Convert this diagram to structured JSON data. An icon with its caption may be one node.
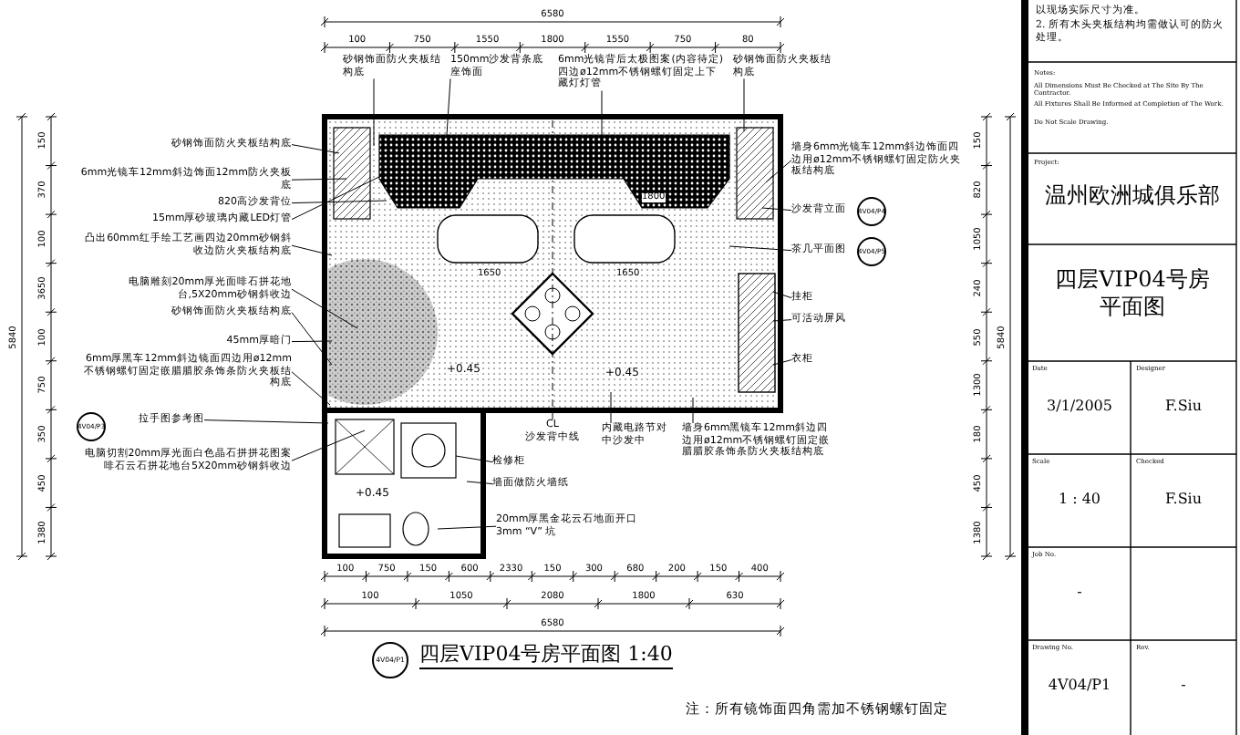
{
  "diagram": {
    "title": "四层VIP04号房平面图 1:40",
    "nodes": [
      {
        "text": [
          "砂钢饰面防火夹板结构底"
        ]
      },
      {
        "text": [
          "150mm沙发背条底座饰面"
        ]
      },
      {
        "text": [
          "6mm光镜背后太极图案(内容待定)四边ø12mm不锈钢螺钉固定上下藏灯灯管"
        ]
      },
      {
        "text": [
          "砂钢饰面防火夹板结构底"
        ]
      },
      {
        "text": [
          "砂钢饰面防火夹板结构底"
        ]
      },
      {
        "text": [
          "6mm光镜车12mm斜边饰面12mm防火夹板底"
        ]
      },
      {
        "text": [
          "820高沙发背位"
        ]
      },
      {
        "text": [
          "15mm厚砂玻璃内藏LED灯管"
        ]
      },
      {
        "text": [
          "凸出60mm红手绘工艺画四边20mm砂钢斜收边防火夹板结构底"
        ]
      },
      {
        "text": [
          "电脑雕刻20mm厚光面啡石拼花地台,5X20mm砂钢斜收边"
        ]
      },
      {
        "text": [
          "砂钢饰面防火夹板结构底"
        ]
      },
      {
        "text": [
          "45mm厚暗门"
        ]
      },
      {
        "text": [
          "6mm厚黑车12mm斜边镜面四边用ø12mm不锈钢螺钉固定嵌腊腊胶条饰条防火夹板结构底"
        ]
      },
      {
        "text": [
          "4V04/P3"
        ]
      },
      {
        "text": [
          "拉手图参考图"
        ]
      },
      {
        "text": [
          "电脑切割20mm厚光面白色晶石拼拼花图案啡石云石拼花地台5X20mm砂钢斜收边"
        ]
      },
      {
        "text": [
          "墙身6mm光镜车12mm斜边饰面四边用ø12mm不锈钢螺钉固定防火夹板结构底"
        ]
      },
      {
        "text": [
          "沙发背立面"
        ]
      },
      {
        "text": [
          "4V04/P4"
        ]
      },
      {
        "text": [
          "茶几平面图"
        ]
      },
      {
        "text": [
          "4V04/P5"
        ]
      },
      {
        "text": [
          "挂柜"
        ]
      },
      {
        "text": [
          "可活动屏风"
        ]
      },
      {
        "text": [
          "衣柜"
        ]
      },
      {
        "text": [
          "检修柜"
        ]
      },
      {
        "text": [
          "墙面做防火墙纸"
        ]
      },
      {
        "text": [
          "内藏电路节对中沙发中"
        ]
      },
      {
        "text": [
          "墙身6mm黑镜车12mm斜边四边用ø12mm不锈钢螺钉固定嵌腊腊胶条饰条防火夹板结构底"
        ]
      },
      {
        "text": [
          "CL",
          "沙发背中线"
        ]
      },
      {
        "text": [
          "20mm厚黑金花云石地面开口3mm “V” 坑"
        ]
      }
    ],
    "edges": [
      {
        "from": 0,
        "to": null,
        "arrow": "none"
      },
      {
        "from": 1,
        "to": null,
        "arrow": "none"
      },
      {
        "from": 2,
        "to": null,
        "arrow": "none"
      },
      {
        "from": 3,
        "to": null,
        "arrow": "none"
      },
      {
        "from": 4,
        "to": null,
        "arrow": "none"
      },
      {
        "from": 5,
        "to": null,
        "arrow": "none"
      },
      {
        "from": 6,
        "to": null,
        "arrow": "none"
      },
      {
        "from": 7,
        "to": null,
        "arrow": "none"
      },
      {
        "from": 8,
        "to": null,
        "arrow": "none"
      },
      {
        "from": 9,
        "to": null,
        "arrow": "none"
      },
      {
        "from": 10,
        "to": null,
        "arrow": "none"
      },
      {
        "from": 11,
        "to": null,
        "arrow": "none"
      },
      {
        "from": 12,
        "to": null,
        "arrow": "none"
      },
      {
        "from": 14,
        "to": null,
        "arrow": "none"
      },
      {
        "from": 15,
        "to": null,
        "arrow": "none"
      },
      {
        "from": 16,
        "to": null,
        "arrow": "none"
      },
      {
        "from": 17,
        "to": null,
        "arrow": "none"
      },
      {
        "from": 19,
        "to": null,
        "arrow": "none"
      },
      {
        "from": 21,
        "to": null,
        "arrow": "none"
      },
      {
        "from": 22,
        "to": null,
        "arrow": "none"
      },
      {
        "from": 23,
        "to": null,
        "arrow": "none"
      },
      {
        "from": 24,
        "to": null,
        "arrow": "none"
      },
      {
        "from": 25,
        "to": null,
        "arrow": "none"
      },
      {
        "from": 26,
        "to": null,
        "arrow": "none"
      },
      {
        "from": 27,
        "to": null,
        "arrow": "none"
      },
      {
        "from": 28,
        "to": null,
        "arrow": "none"
      },
      {
        "from": 29,
        "to": null,
        "arrow": "none"
      }
    ],
    "labels": [
      "6580",
      "100",
      "750",
      "1550",
      "1800",
      "1550",
      "750",
      "80",
      "1800",
      "1650",
      "1650",
      "+0.45",
      "+0.45",
      "+0.45",
      "5840",
      "150",
      "370",
      "100",
      "3650",
      "100",
      "750",
      "350",
      "450",
      "1380",
      "5840",
      "150",
      "820",
      "1050",
      "240",
      "550",
      "1300",
      "180",
      "450",
      "1380",
      "100",
      "750",
      "150",
      "600",
      "2330",
      "150",
      "300",
      "680",
      "200",
      "150",
      "400",
      "100",
      "1050",
      "2080",
      "1800",
      "630",
      "6580",
      "4V04/P1",
      "注：所有镜饰面四角需加不锈钢螺钉固定",
      "以现场实际尺寸为准。",
      "2. 所有木头夹板结构均需做认可的防火处理。",
      "Notes:",
      "All Dimensions Must Be Checked at The Site By The Contractor.",
      "All Fixtures Shall Be Informed at Completion of The Work.",
      "Do Not Scale Drawing.",
      "Project:",
      "温州欧洲城俱乐部",
      "四层VIP04号房平面图",
      "Date",
      "3/1/2005",
      "Designer",
      "F.Siu",
      "Scale",
      "1 : 40",
      "Checked",
      "F.Siu",
      "Job No.",
      "-",
      "Drawing No.",
      "4V04/P1",
      "Rev.",
      "-"
    ]
  }
}
